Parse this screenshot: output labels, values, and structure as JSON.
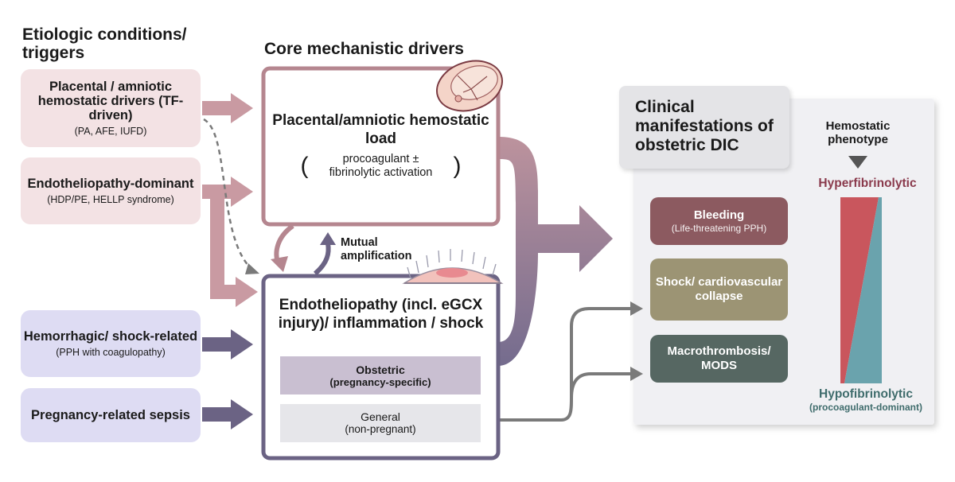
{
  "headings": {
    "triggers": "Etiologic conditions/ triggers",
    "drivers": "Core mechanistic drivers",
    "clinical": "Clinical manifestations of obstetric DIC",
    "phenotype": "Hemostatic phenotype"
  },
  "triggers": [
    {
      "title": "Placental / amniotic hemostatic drivers (TF-driven)",
      "sub": "(PA, AFE, IUFD)",
      "color": "#f3e2e4"
    },
    {
      "title": "Endotheliopathy-dominant",
      "sub": "(HDP/PE, HELLP syndrome)",
      "color": "#f3e2e4"
    },
    {
      "title": "Hemorrhagic/ shock-related",
      "sub": "(PPH with coagulopathy)",
      "color": "#dedcf3"
    },
    {
      "title": "Pregnancy-related sepsis",
      "sub": "",
      "color": "#dedcf3"
    }
  ],
  "drivers": {
    "placental": {
      "title": "Placental/amniotic hemostatic load",
      "sub": "procoagulant ± fibrinolytic activation",
      "paren_open": "(",
      "paren_close": ")",
      "color": "#b5868f"
    },
    "endothelial": {
      "title": "Endotheliopathy (incl. eGCX injury)/ inflammation / shock",
      "obstetric": "Obstetric",
      "obstetric_sub": "(pregnancy-specific)",
      "general": "General",
      "general_sub": "(non-pregnant)",
      "color": "#6b6384"
    },
    "mutual": "Mutual amplification"
  },
  "clinical": [
    {
      "title": "Bleeding",
      "sub": "(Life-threatening PPH)",
      "color": "#8c5a60"
    },
    {
      "title": "Shock/ cardiovascular collapse",
      "sub": "",
      "color": "#9c9474"
    },
    {
      "title": "Macrothrombosis/ MODS",
      "sub": "",
      "color": "#566762"
    }
  ],
  "phenotype": {
    "top": "Hyperfibrinolytic",
    "bottom": "Hypofibrinolytic",
    "bottom_sub": "(procoagulant-dominant)",
    "top_color": "#8a3a4c",
    "bottom_color": "#3f6c6c",
    "red": "#c9565d",
    "teal": "#6aa3ad"
  }
}
